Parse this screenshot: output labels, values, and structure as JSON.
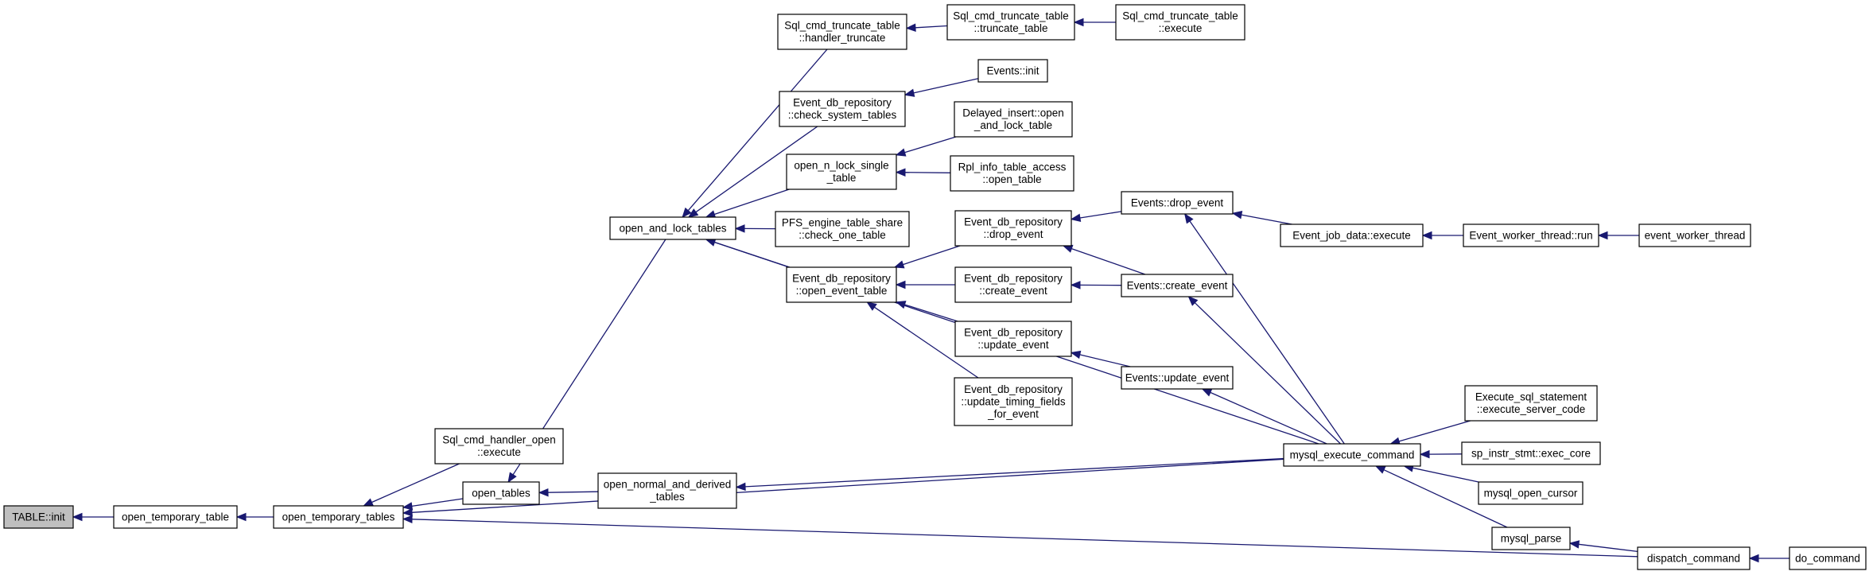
{
  "nodes": [
    {
      "id": "table_init",
      "lines": [
        "TABLE::init"
      ],
      "root": true
    },
    {
      "id": "open_temporary_table",
      "lines": [
        "open_temporary_table"
      ]
    },
    {
      "id": "open_temporary_tables",
      "lines": [
        "open_temporary_tables"
      ]
    },
    {
      "id": "sql_cmd_handler_open_execute",
      "lines": [
        "Sql_cmd_handler_open",
        "::execute"
      ]
    },
    {
      "id": "open_tables",
      "lines": [
        "open_tables"
      ]
    },
    {
      "id": "open_normal_and_derived_tables",
      "lines": [
        "open_normal_and_derived",
        "_tables"
      ]
    },
    {
      "id": "open_and_lock_tables",
      "lines": [
        "open_and_lock_tables"
      ]
    },
    {
      "id": "sql_cmd_truncate_table_handler_truncate",
      "lines": [
        "Sql_cmd_truncate_table",
        "::handler_truncate"
      ]
    },
    {
      "id": "sql_cmd_truncate_table_truncate_table",
      "lines": [
        "Sql_cmd_truncate_table",
        "::truncate_table"
      ]
    },
    {
      "id": "sql_cmd_truncate_table_execute",
      "lines": [
        "Sql_cmd_truncate_table",
        "::execute"
      ]
    },
    {
      "id": "event_db_repository_check_system_tables",
      "lines": [
        "Event_db_repository",
        "::check_system_tables"
      ]
    },
    {
      "id": "events_init",
      "lines": [
        "Events::init"
      ]
    },
    {
      "id": "open_n_lock_single_table",
      "lines": [
        "open_n_lock_single",
        "_table"
      ]
    },
    {
      "id": "delayed_insert_open_and_lock_table",
      "lines": [
        "Delayed_insert::open",
        "_and_lock_table"
      ]
    },
    {
      "id": "rpl_info_table_access_open_table",
      "lines": [
        "Rpl_info_table_access",
        "::open_table"
      ]
    },
    {
      "id": "pfs_engine_table_share_check_one_table",
      "lines": [
        "PFS_engine_table_share",
        "::check_one_table"
      ]
    },
    {
      "id": "event_db_repository_open_event_table",
      "lines": [
        "Event_db_repository",
        "::open_event_table"
      ]
    },
    {
      "id": "event_db_repository_drop_event",
      "lines": [
        "Event_db_repository",
        "::drop_event"
      ]
    },
    {
      "id": "event_db_repository_create_event",
      "lines": [
        "Event_db_repository",
        "::create_event"
      ]
    },
    {
      "id": "event_db_repository_update_event",
      "lines": [
        "Event_db_repository",
        "::update_event"
      ]
    },
    {
      "id": "event_db_repository_update_timing_fields_for_event",
      "lines": [
        "Event_db_repository",
        "::update_timing_fields",
        "_for_event"
      ]
    },
    {
      "id": "events_drop_event",
      "lines": [
        "Events::drop_event"
      ]
    },
    {
      "id": "events_create_event",
      "lines": [
        "Events::create_event"
      ]
    },
    {
      "id": "events_update_event",
      "lines": [
        "Events::update_event"
      ]
    },
    {
      "id": "event_job_data_execute",
      "lines": [
        "Event_job_data::execute"
      ]
    },
    {
      "id": "event_worker_thread_run",
      "lines": [
        "Event_worker_thread::run"
      ]
    },
    {
      "id": "event_worker_thread",
      "lines": [
        "event_worker_thread"
      ]
    },
    {
      "id": "mysql_execute_command",
      "lines": [
        "mysql_execute_command"
      ]
    },
    {
      "id": "execute_sql_statement_execute_server_code",
      "lines": [
        "Execute_sql_statement",
        "::execute_server_code"
      ]
    },
    {
      "id": "sp_instr_stmt_exec_core",
      "lines": [
        "sp_instr_stmt::exec_core"
      ]
    },
    {
      "id": "mysql_open_cursor",
      "lines": [
        "mysql_open_cursor"
      ]
    },
    {
      "id": "mysql_parse",
      "lines": [
        "mysql_parse"
      ]
    },
    {
      "id": "dispatch_command",
      "lines": [
        "dispatch_command"
      ]
    },
    {
      "id": "do_command",
      "lines": [
        "do_command"
      ]
    }
  ],
  "edges": [
    {
      "from": "open_temporary_table",
      "to": "table_init"
    },
    {
      "from": "open_temporary_tables",
      "to": "open_temporary_table"
    },
    {
      "from": "sql_cmd_handler_open_execute",
      "to": "open_temporary_tables"
    },
    {
      "from": "open_tables",
      "to": "open_temporary_tables"
    },
    {
      "from": "mysql_execute_command",
      "to": "open_temporary_tables"
    },
    {
      "from": "dispatch_command",
      "to": "open_temporary_tables"
    },
    {
      "from": "open_normal_and_derived_tables",
      "to": "open_tables"
    },
    {
      "from": "open_and_lock_tables",
      "to": "open_tables"
    },
    {
      "from": "mysql_execute_command",
      "to": "open_normal_and_derived_tables"
    },
    {
      "from": "sql_cmd_truncate_table_handler_truncate",
      "to": "open_and_lock_tables"
    },
    {
      "from": "event_db_repository_check_system_tables",
      "to": "open_and_lock_tables"
    },
    {
      "from": "open_n_lock_single_table",
      "to": "open_and_lock_tables"
    },
    {
      "from": "pfs_engine_table_share_check_one_table",
      "to": "open_and_lock_tables"
    },
    {
      "from": "event_db_repository_open_event_table",
      "to": "open_and_lock_tables"
    },
    {
      "from": "mysql_execute_command",
      "to": "open_and_lock_tables"
    },
    {
      "from": "sql_cmd_truncate_table_truncate_table",
      "to": "sql_cmd_truncate_table_handler_truncate"
    },
    {
      "from": "sql_cmd_truncate_table_execute",
      "to": "sql_cmd_truncate_table_truncate_table"
    },
    {
      "from": "events_init",
      "to": "event_db_repository_check_system_tables"
    },
    {
      "from": "delayed_insert_open_and_lock_table",
      "to": "open_n_lock_single_table"
    },
    {
      "from": "rpl_info_table_access_open_table",
      "to": "open_n_lock_single_table"
    },
    {
      "from": "event_db_repository_drop_event",
      "to": "event_db_repository_open_event_table"
    },
    {
      "from": "event_db_repository_create_event",
      "to": "event_db_repository_open_event_table"
    },
    {
      "from": "event_db_repository_update_event",
      "to": "event_db_repository_open_event_table"
    },
    {
      "from": "event_db_repository_update_timing_fields_for_event",
      "to": "event_db_repository_open_event_table"
    },
    {
      "from": "events_drop_event",
      "to": "event_db_repository_drop_event"
    },
    {
      "from": "events_create_event",
      "to": "event_db_repository_drop_event"
    },
    {
      "from": "events_create_event",
      "to": "event_db_repository_create_event"
    },
    {
      "from": "events_update_event",
      "to": "event_db_repository_update_event"
    },
    {
      "from": "event_job_data_execute",
      "to": "events_drop_event"
    },
    {
      "from": "mysql_execute_command",
      "to": "events_drop_event"
    },
    {
      "from": "mysql_execute_command",
      "to": "events_create_event"
    },
    {
      "from": "mysql_execute_command",
      "to": "events_update_event"
    },
    {
      "from": "event_worker_thread_run",
      "to": "event_job_data_execute"
    },
    {
      "from": "event_worker_thread",
      "to": "event_worker_thread_run"
    },
    {
      "from": "execute_sql_statement_execute_server_code",
      "to": "mysql_execute_command"
    },
    {
      "from": "sp_instr_stmt_exec_core",
      "to": "mysql_execute_command"
    },
    {
      "from": "mysql_open_cursor",
      "to": "mysql_execute_command"
    },
    {
      "from": "mysql_parse",
      "to": "mysql_execute_command"
    },
    {
      "from": "dispatch_command",
      "to": "mysql_parse"
    },
    {
      "from": "do_command",
      "to": "dispatch_command"
    }
  ]
}
